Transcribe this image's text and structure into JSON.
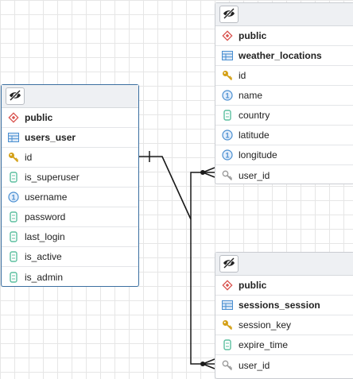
{
  "tables": {
    "users": {
      "schema": "public",
      "name": "users_user",
      "columns": [
        {
          "name": "id",
          "icon": "key-icon"
        },
        {
          "name": "is_superuser",
          "icon": "boolean-icon"
        },
        {
          "name": "username",
          "icon": "info-icon"
        },
        {
          "name": "password",
          "icon": "boolean-icon"
        },
        {
          "name": "last_login",
          "icon": "boolean-icon"
        },
        {
          "name": "is_active",
          "icon": "boolean-icon"
        },
        {
          "name": "is_admin",
          "icon": "boolean-icon"
        }
      ]
    },
    "weather": {
      "schema": "public",
      "name": "weather_locations",
      "columns": [
        {
          "name": "id",
          "icon": "key-icon"
        },
        {
          "name": "name",
          "icon": "info-icon"
        },
        {
          "name": "country",
          "icon": "boolean-icon"
        },
        {
          "name": "latitude",
          "icon": "info-icon"
        },
        {
          "name": "longitude",
          "icon": "info-icon"
        },
        {
          "name": "user_id",
          "icon": "foreign-key-icon"
        }
      ]
    },
    "sessions": {
      "schema": "public",
      "name": "sessions_session",
      "columns": [
        {
          "name": "session_key",
          "icon": "key-icon"
        },
        {
          "name": "expire_time",
          "icon": "boolean-icon"
        },
        {
          "name": "user_id",
          "icon": "foreign-key-icon"
        }
      ]
    }
  },
  "relations": [
    {
      "from": "users_user.id",
      "to": "weather_locations.user_id",
      "cardinality": "one-to-many"
    },
    {
      "from": "users_user.id",
      "to": "sessions_session.user_id",
      "cardinality": "one-to-many"
    }
  ],
  "colors": {
    "schema_icon": "#d9534f",
    "table_icon": "#4a8fd1",
    "key_icon": "#d4a017",
    "column_icon": "#5bbf9f",
    "info_icon": "#4a8fd1",
    "line": "#1a1a1a"
  }
}
